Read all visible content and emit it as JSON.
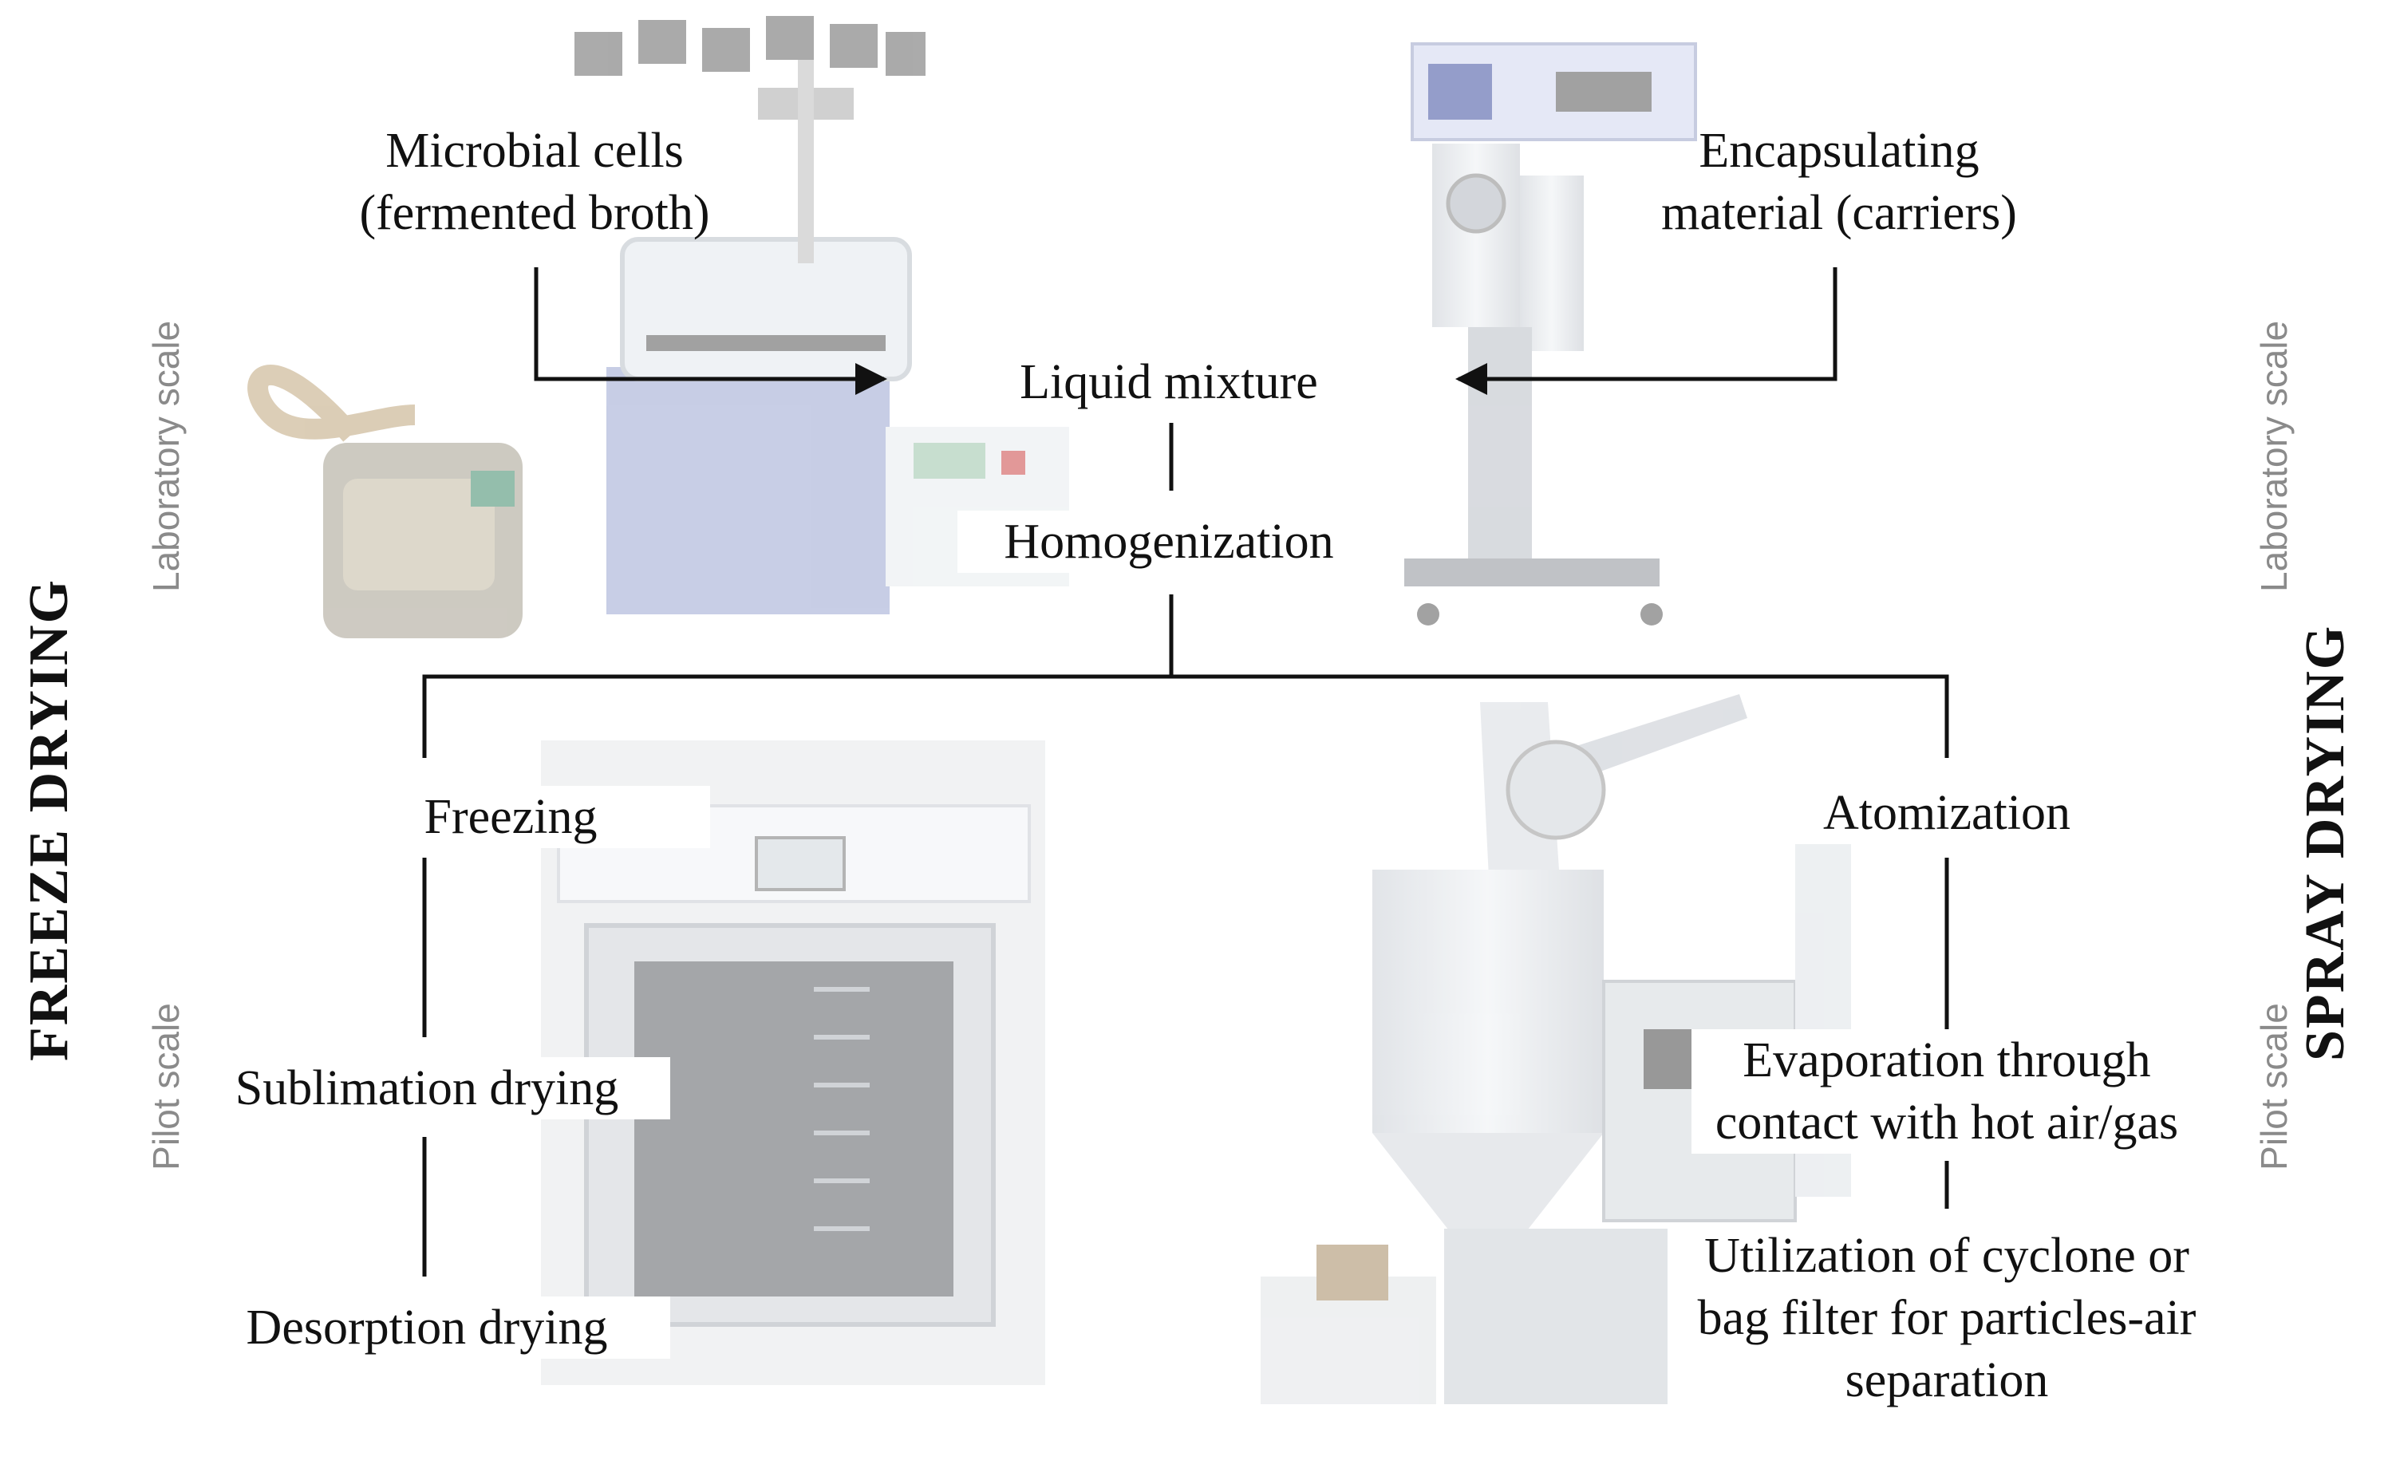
{
  "side_titles": {
    "left": "FREEZE DRYING",
    "right": "SPRAY DRYING"
  },
  "scale_labels": {
    "top_left": "Laboratory scale",
    "top_right": "Laboratory scale",
    "bottom_left": "Pilot scale",
    "bottom_right": "Pilot scale"
  },
  "inputs": {
    "microbial_cells": [
      "Microbial cells",
      "(fermented broth)"
    ],
    "encapsulating_material": [
      "Encapsulating",
      "material (carriers)"
    ]
  },
  "center_steps": {
    "liquid_mixture": "Liquid mixture",
    "homogenization": "Homogenization"
  },
  "freeze_drying_steps": [
    "Freezing",
    "Sublimation drying",
    "Desorption drying"
  ],
  "spray_drying_steps": {
    "atomization": [
      "Atomization"
    ],
    "evaporation": [
      "Evaporation through",
      "contact with hot air/gas"
    ],
    "separation": [
      "Utilization of cyclone or",
      "bag filter for particles-air",
      "separation"
    ]
  },
  "equipment_photos": [
    "lab-freeze-dryer-photo",
    "lab-spray-dryer-photo",
    "pilot-freeze-dryer-photo",
    "pilot-spray-dryer-photo"
  ],
  "colors": {
    "line": "#111111",
    "text": "#111111",
    "scale_text": "#8a8a8a",
    "photo_steel": "#d9dde2",
    "photo_blue": "#b9c3dd"
  }
}
